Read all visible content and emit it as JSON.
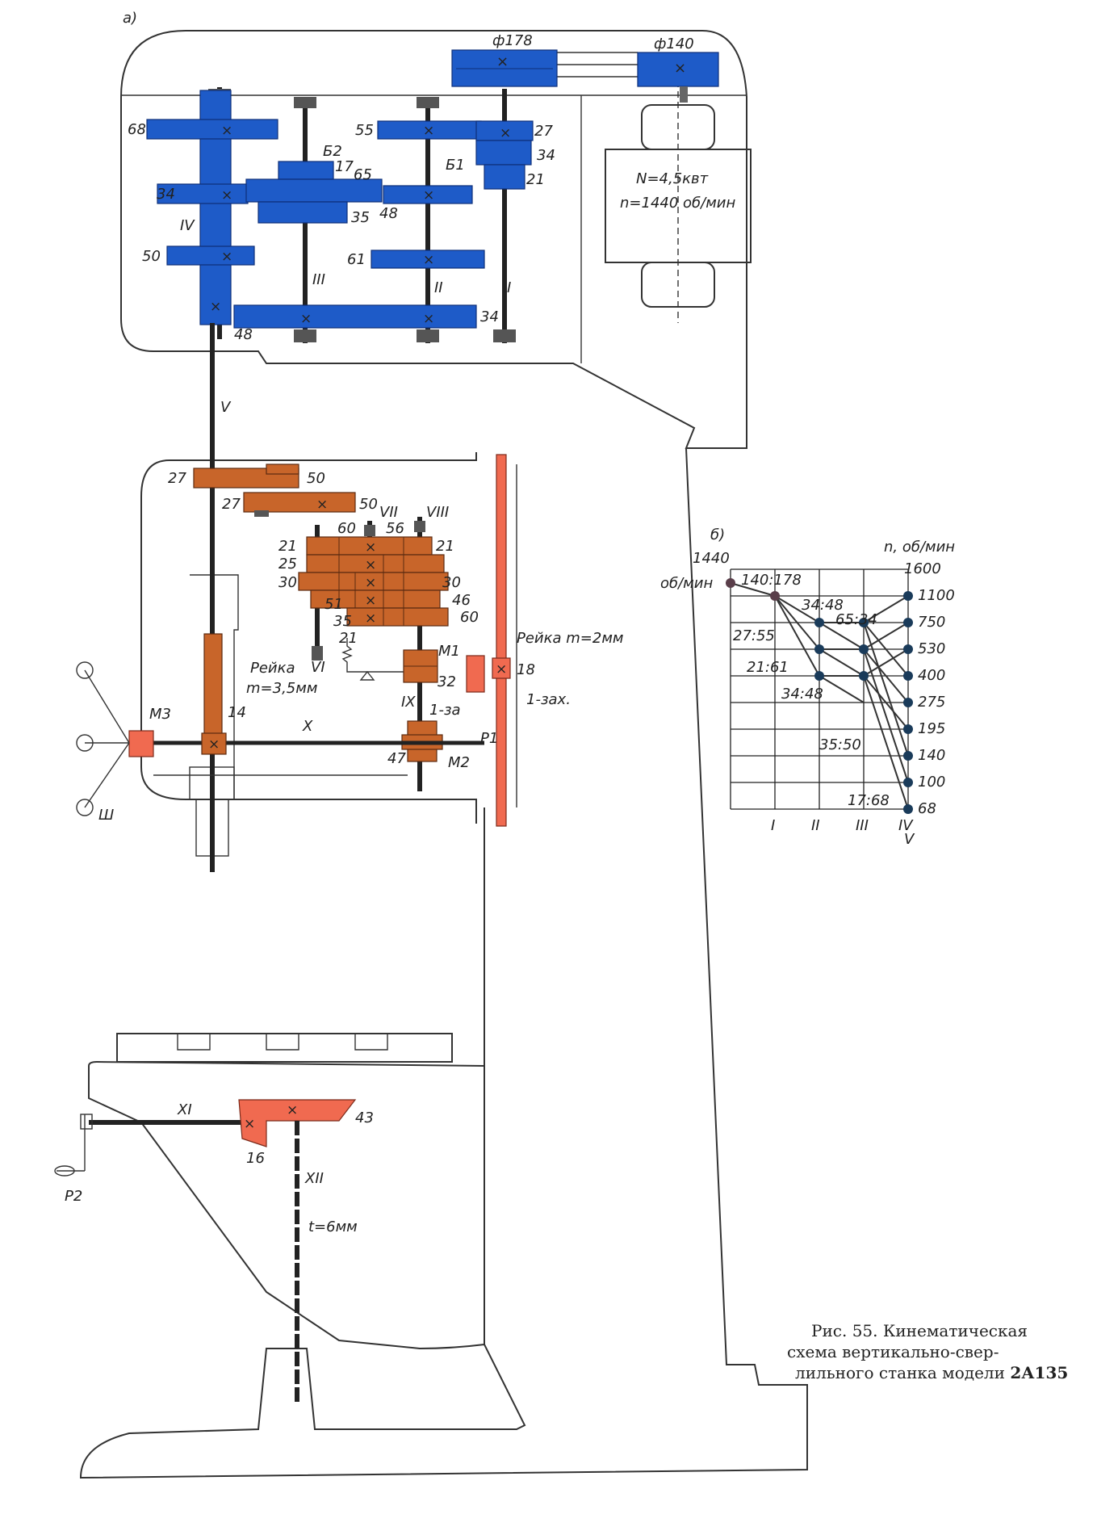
{
  "diagram": {
    "label_a": "а)",
    "label_b": "б)",
    "pulley_178": "ф178",
    "pulley_140": "ф140",
    "motor_power": "N=4,5квт",
    "motor_speed": "n=1440 об/мин",
    "gearbox_labels": {
      "g68": "68",
      "g34": "34",
      "g50": "50",
      "g48": "48",
      "g17": "17",
      "g65": "65",
      "g35": "35",
      "b2": "Б2",
      "g55": "55",
      "b1": "Б1",
      "g48b": "48",
      "g61": "61",
      "g27": "27",
      "g34b": "34",
      "g21": "21",
      "g34c": "34",
      "s1": "I",
      "s2": "II",
      "s3": "III",
      "s4": "IV",
      "s5": "V"
    },
    "feed_labels": {
      "g27a": "27",
      "g50a": "50",
      "g27b": "27",
      "g50b": "50",
      "s7": "VII",
      "s8": "VIII",
      "g60": "60",
      "g56": "56",
      "g21a": "21",
      "g25": "25",
      "g30a": "30",
      "g21b": "21",
      "g30b": "30",
      "g51": "51",
      "g46": "46",
      "g35": "35",
      "g60b": "60",
      "g21c": "21",
      "s6": "VI",
      "m1": "M1",
      "g32": "32",
      "s9": "IX",
      "z1": "1-за",
      "m2": "M2",
      "g47": "47",
      "p1": "P1",
      "s10": "X",
      "g14": "14",
      "m3": "M3",
      "sh": "Ш",
      "rack1": "Рейка",
      "rack1m": "m=3,5мм",
      "rack2": "Рейка m=2мм",
      "g18": "18",
      "zax": "1-зах."
    },
    "table_labels": {
      "s11": "XI",
      "g16": "16",
      "g43": "43",
      "s12": "XII",
      "pitch": "t=6мм",
      "p2": "P2"
    }
  },
  "chart_data": {
    "type": "diagram",
    "input_speed": "1440",
    "input_unit": "об/мин",
    "axis_title": "n, об/мин",
    "shafts": [
      "I",
      "II",
      "III",
      "IV",
      "V"
    ],
    "speeds": [
      "1600",
      "1100",
      "750",
      "530",
      "400",
      "275",
      "195",
      "140",
      "100",
      "68"
    ],
    "ratios": [
      "140:178",
      "34:48",
      "65:34",
      "27:55",
      "21:61",
      "34:48",
      "35:50",
      "17:68"
    ]
  },
  "caption": {
    "line1": "Рис. 55. Кинематическая",
    "line2": "схема  вертикально-свер-",
    "line3_a": "лильного станка модели ",
    "line3_b": "2А135"
  }
}
